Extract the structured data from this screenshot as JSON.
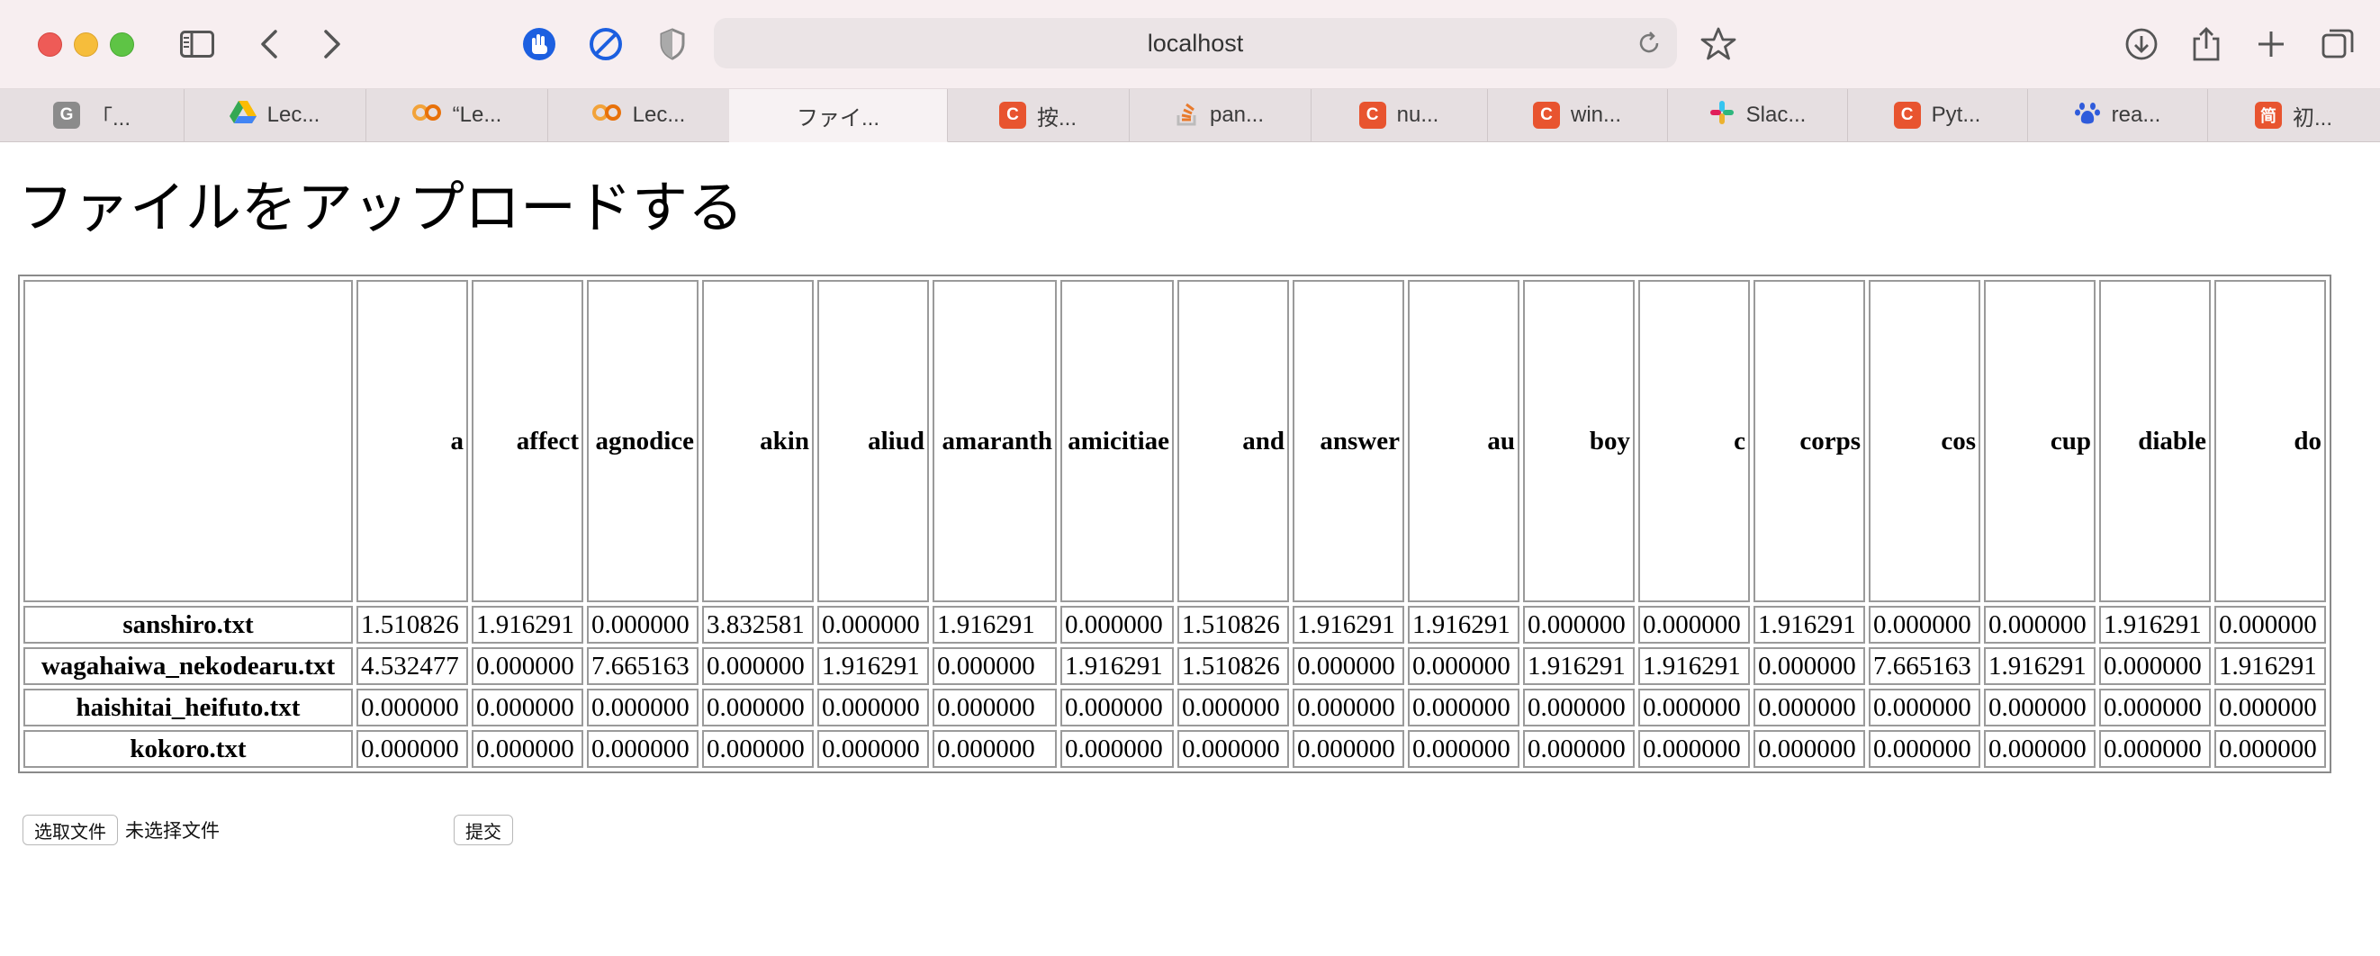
{
  "browser": {
    "url": "localhost",
    "tabs": [
      {
        "label": "「...",
        "icon": "G",
        "icon_color": "#8b8b8b"
      },
      {
        "label": "Lec...",
        "icon": "drive",
        "icon_color": "#34a853"
      },
      {
        "label": "“Le...",
        "icon": "CO",
        "icon_color": "#f2a33a"
      },
      {
        "label": "Lec...",
        "icon": "CO",
        "icon_color": "#f2a33a"
      },
      {
        "label": "ファイ...",
        "icon": "",
        "icon_color": ""
      },
      {
        "label": "按...",
        "icon": "C",
        "icon_color": "#e8542f"
      },
      {
        "label": "pan...",
        "icon": "stack",
        "icon_color": "#e87a2c"
      },
      {
        "label": "nu...",
        "icon": "C",
        "icon_color": "#e8542f"
      },
      {
        "label": "win...",
        "icon": "C",
        "icon_color": "#e8542f"
      },
      {
        "label": "Slac...",
        "icon": "slack",
        "icon_color": "#4a154b"
      },
      {
        "label": "Pyt...",
        "icon": "C",
        "icon_color": "#e8542f"
      },
      {
        "label": "rea...",
        "icon": "paw",
        "icon_color": "#2f5bdb"
      },
      {
        "label": "初...",
        "icon": "简",
        "icon_color": "#e8542f"
      }
    ]
  },
  "page": {
    "title": "ファイルをアップロードする"
  },
  "table": {
    "columns": [
      "a",
      "affect",
      "agnodice",
      "akin",
      "aliud",
      "amaranth",
      "amicitiae",
      "and",
      "answer",
      "au",
      "boy",
      "c",
      "corps",
      "cos",
      "cup",
      "diable",
      "do"
    ],
    "rows": [
      {
        "name": "sanshiro.txt",
        "values": [
          "1.510826",
          "1.916291",
          "0.000000",
          "3.832581",
          "0.000000",
          "1.916291",
          "0.000000",
          "1.510826",
          "1.916291",
          "1.916291",
          "0.000000",
          "0.000000",
          "1.916291",
          "0.000000",
          "0.000000",
          "1.916291",
          "0.000000"
        ]
      },
      {
        "name": "wagahaiwa_nekodearu.txt",
        "values": [
          "4.532477",
          "0.000000",
          "7.665163",
          "0.000000",
          "1.916291",
          "0.000000",
          "1.916291",
          "1.510826",
          "0.000000",
          "0.000000",
          "1.916291",
          "1.916291",
          "0.000000",
          "7.665163",
          "1.916291",
          "0.000000",
          "1.916291"
        ]
      },
      {
        "name": "haishitai_heifuto.txt",
        "values": [
          "0.000000",
          "0.000000",
          "0.000000",
          "0.000000",
          "0.000000",
          "0.000000",
          "0.000000",
          "0.000000",
          "0.000000",
          "0.000000",
          "0.000000",
          "0.000000",
          "0.000000",
          "0.000000",
          "0.000000",
          "0.000000",
          "0.000000"
        ]
      },
      {
        "name": "kokoro.txt",
        "values": [
          "0.000000",
          "0.000000",
          "0.000000",
          "0.000000",
          "0.000000",
          "0.000000",
          "0.000000",
          "0.000000",
          "0.000000",
          "0.000000",
          "0.000000",
          "0.000000",
          "0.000000",
          "0.000000",
          "0.000000",
          "0.000000",
          "0.000000"
        ]
      }
    ]
  },
  "form": {
    "choose_file_label": "选取文件",
    "no_file_label": "未选择文件",
    "submit_label": "提交"
  }
}
